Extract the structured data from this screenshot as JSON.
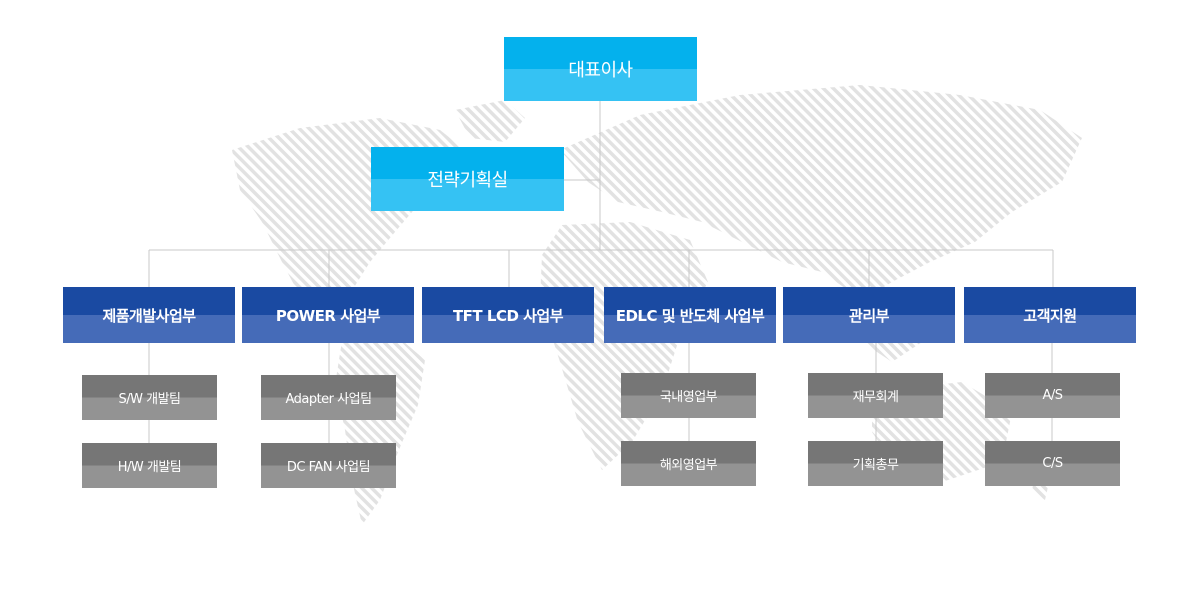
{
  "ceo": {
    "label": "대표이사"
  },
  "strategy": {
    "label": "전략기획실"
  },
  "departments": [
    {
      "label": "제품개발사업부",
      "teams": [
        "S/W 개발팀",
        "H/W 개발팀"
      ]
    },
    {
      "label": "POWER 사업부",
      "teams": [
        "Adapter 사업팀",
        "DC FAN 사업팀"
      ]
    },
    {
      "label": "TFT LCD 사업부",
      "teams": []
    },
    {
      "label": "EDLC 및 반도체 사업부",
      "teams": [
        "국내영업부",
        "해외영업부"
      ]
    },
    {
      "label": "관리부",
      "teams": [
        "재무회계",
        "기획총무"
      ]
    },
    {
      "label": "고객지원",
      "teams": [
        "A/S",
        "C/S"
      ]
    }
  ],
  "colors": {
    "top_box": "#04b1ed",
    "department_box": "#1a4aa2",
    "team_box": "#767676",
    "connector_line": "#c8c8c8",
    "map_hatch": "#e4e4e4"
  },
  "background": {
    "icon": "world-map-hatched"
  }
}
